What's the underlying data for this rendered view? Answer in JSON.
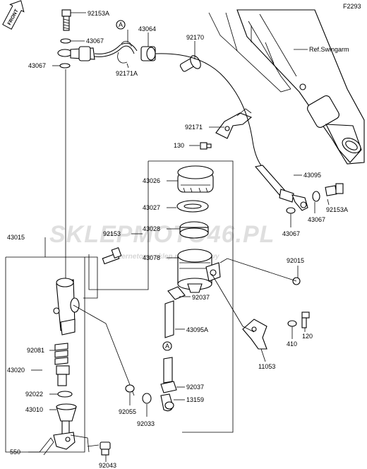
{
  "diagram_code": "F2293",
  "front_label": "FRONT",
  "ref_label": "Ref.Swingarm",
  "connector_a": "A",
  "watermark": {
    "brand": "SKLEPMOTO46.PL",
    "tagline": "internetowy sklep motocyklowy"
  },
  "callouts": [
    "92153A",
    "43067",
    "43067",
    "43064",
    "92170",
    "92171A",
    "92171",
    "130",
    "43095",
    "92153A",
    "43067",
    "43067",
    "43026",
    "43027",
    "43028",
    "43078",
    "92153",
    "43015",
    "92015",
    "92037",
    "43095A",
    "92081",
    "43020",
    "92022",
    "43010",
    "92037",
    "13159",
    "92055",
    "92033",
    "550",
    "92043",
    "11053",
    "410",
    "120"
  ],
  "colors": {
    "line": "#000000",
    "watermark_brand": "#d9d9d9",
    "watermark_tagline": "#d5d5d5"
  }
}
